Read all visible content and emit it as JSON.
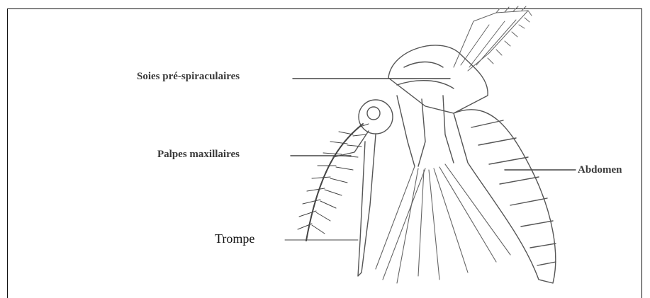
{
  "diagram": {
    "labels": {
      "soies": "Soies pré-spiraculaires",
      "palpes": "Palpes maxillaires",
      "abdomen": "Abdomen",
      "trompe": "Trompe"
    }
  }
}
